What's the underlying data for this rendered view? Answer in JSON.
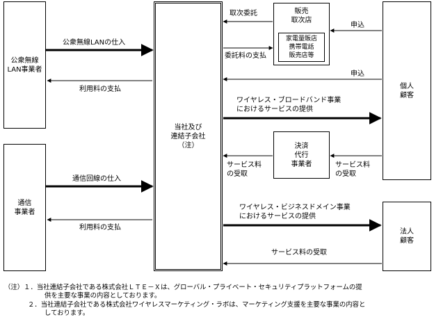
{
  "entities": {
    "public_wlan": "公衆無線\nLAN事業者",
    "telecom": "通信\n事業者",
    "company": "当社及び\n連結子会社\n（注）",
    "sales_agent": "販売\n取次店",
    "sales_agent_sub": "家電量販店\n携帯電話\n販売店等",
    "settlement": "決済\n代行\n事業者",
    "individual": "個人\n顧客",
    "corporate": "法人\n顧客"
  },
  "labels": {
    "wlan_purchase": "公衆無線LANの仕入",
    "wlan_fee": "利用料の支払",
    "line_purchase": "通信回線の仕入",
    "line_fee": "利用料の支払",
    "agency_request": "取次委託",
    "commission_payment": "委託料の支払",
    "apply_agent": "申込",
    "apply_direct": "申込",
    "wireless_service": "ワイヤレス・ブロードバンド事業\nにおけるサービスの提供",
    "fee_receipt_left": "サービス料\nの受取",
    "fee_receipt_right": "サービス料\nの受取",
    "business_domain_service": "ワイヤレス・ビジネスドメイン事業\nにおけるサービスの提供",
    "fee_receipt_corporate": "サービス料の受取"
  },
  "notes": {
    "prefix": "（注）",
    "n1_num": "１．",
    "n1_line1": "当社連結子会社である株式会社ＬＴＥ－Ｘは、グローバル・プライベート・セキュリティプラットフォームの提",
    "n1_line2": "供を主要な事業の内容としております。",
    "n2_num": "２．",
    "n2_line1": "当社連結子会社である株式会社ワイヤレスマーケティング・ラボは、マーケティング支援を主要な事業の内容と",
    "n2_line2": "しております。"
  }
}
